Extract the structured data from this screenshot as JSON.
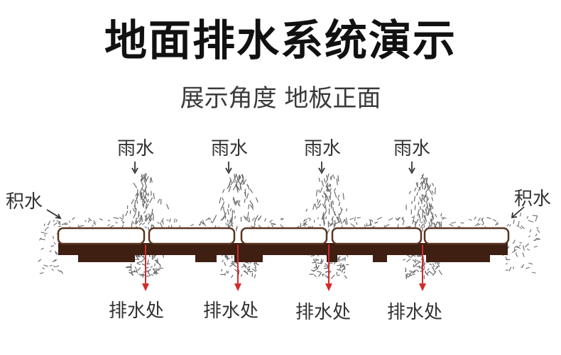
{
  "title": "地面排水系统演示",
  "subtitle": "展示角度  地板正面",
  "rain_labels": [
    "雨水",
    "雨水",
    "雨水",
    "雨水"
  ],
  "standing_water_labels": [
    "积水",
    "积水"
  ],
  "drain_labels": [
    "排水处",
    "排水处",
    "排水处",
    "排水处"
  ],
  "colors": {
    "title": "#111111",
    "board_outline": "#5a3520",
    "base": "#3e1f12",
    "arrow": "#d42a2a",
    "rain": "#6a6a6a"
  }
}
